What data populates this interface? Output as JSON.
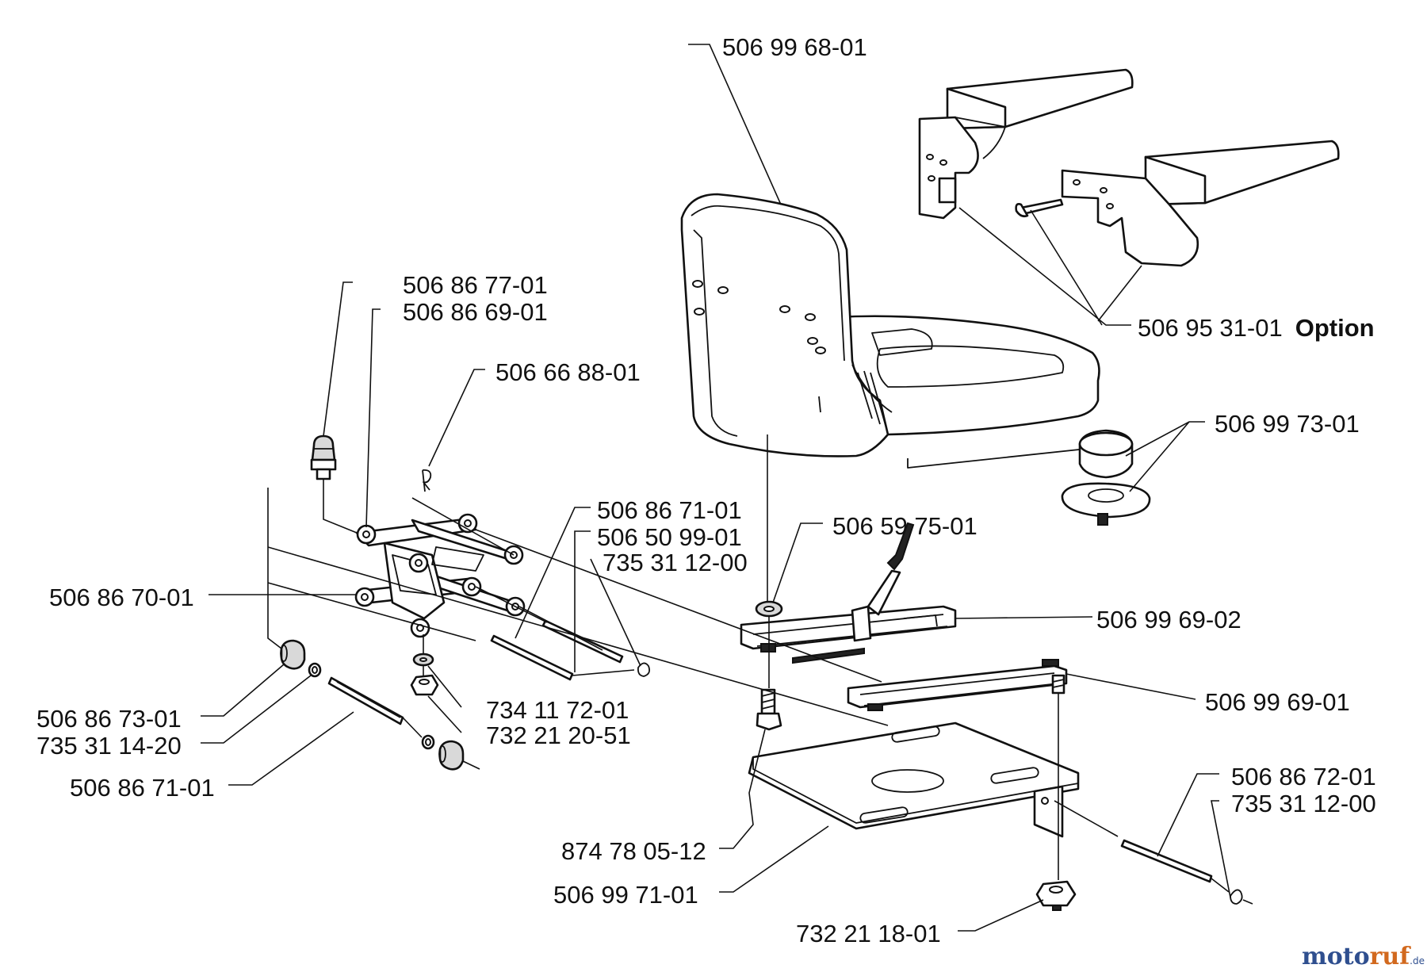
{
  "labels": {
    "seat": "506 99 68-01",
    "bumper_top": "506 86 77-01",
    "bumper_link": "506 86 69-01",
    "pin_clip": "506 66 88-01",
    "armrest": "506 95 31-01",
    "armrest_option": "Option",
    "knob": "506 99 73-01",
    "rod_a": "506 86 71-01",
    "rod_b": "506 50 99-01",
    "ring_a": "735 31 12-00",
    "washer": "506 59 75-01",
    "link_frame": "506 86 70-01",
    "rail_lever": "506 99 69-02",
    "rail_plain": "506 99 69-01",
    "bushing": "506 86 73-01",
    "ring_b": "735 31 14-20",
    "rod_c": "506 86 71-01",
    "washer_b": "734 11 72-01",
    "nut_a": "732 21 20-51",
    "rod_d": "506 86 72-01",
    "ring_c": "735 31 12-00",
    "bolt": "874 78 05-12",
    "base_plate": "506 99 71-01",
    "nut_b": "732 21 18-01"
  },
  "watermark": {
    "part_a": "moto",
    "part_b": "ruf",
    "suffix": ".de",
    "color_a": "#2f4f8f",
    "color_b": "#d2691e"
  }
}
